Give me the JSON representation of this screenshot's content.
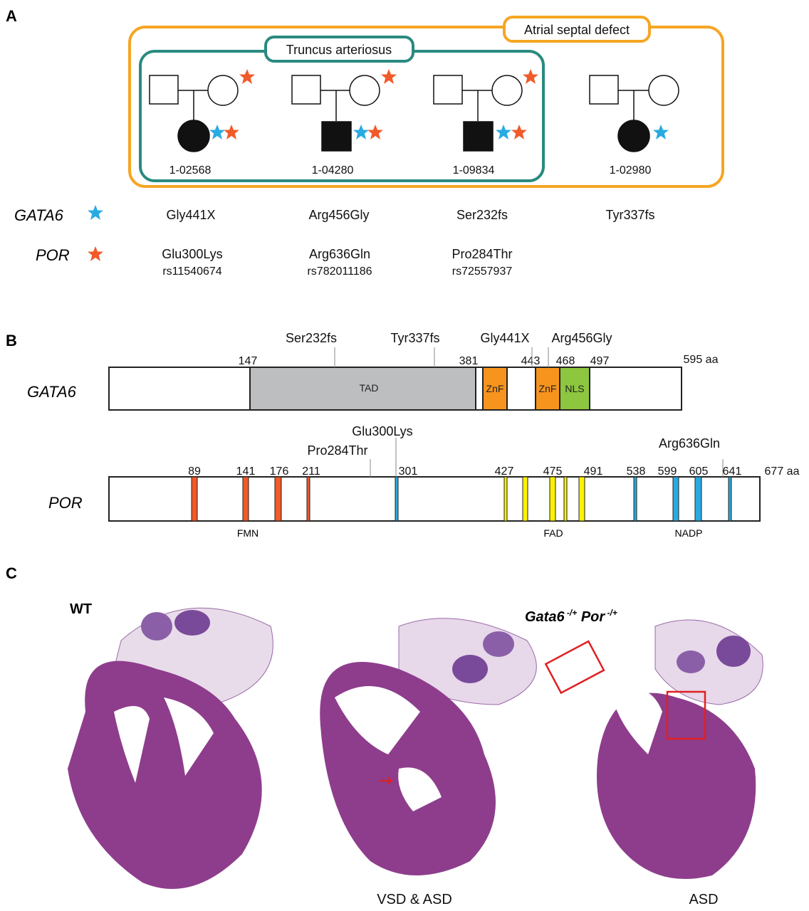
{
  "panels": {
    "a": "A",
    "b": "B",
    "c": "C"
  },
  "pedigree": {
    "outer_group": "Atrial septal defect",
    "inner_group": "Truncus arteriosus",
    "families": [
      {
        "id": "1-02568",
        "proband": "female",
        "gata6": "Gly441X",
        "por": "Glu300Lys",
        "rs": "rs11540674"
      },
      {
        "id": "1-04280",
        "proband": "male",
        "gata6": "Arg456Gly",
        "por": "Arg636Gln",
        "rs": "rs782011186"
      },
      {
        "id": "1-09834",
        "proband": "male",
        "gata6": "Ser232fs",
        "por": "Pro284Thr",
        "rs": "rs72557937"
      },
      {
        "id": "1-02980",
        "proband": "female",
        "gata6": "Tyr337fs"
      }
    ],
    "legend": {
      "gata6": "GATA6",
      "por": "POR"
    },
    "colors": {
      "gata6_star": "#29abe2",
      "por_star": "#f15a29",
      "outer": "#f5a623",
      "inner": "#2a8a80"
    }
  },
  "gata6_diagram": {
    "gene": "GATA6",
    "length_label": "595 aa",
    "ticks": [
      "147",
      "381",
      "443",
      "468",
      "497"
    ],
    "domains": {
      "tad": "TAD",
      "znf1": "ZnF",
      "znf2": "ZnF",
      "nls": "NLS"
    },
    "mutations": [
      "Ser232fs",
      "Tyr337fs",
      "Gly441X",
      "Arg456Gly"
    ]
  },
  "por_diagram": {
    "gene": "POR",
    "length_label": "677 aa",
    "ticks": [
      "89",
      "141",
      "176",
      "211",
      "301",
      "427",
      "475",
      "491",
      "538",
      "599",
      "605",
      "641"
    ],
    "domains": [
      "FMN",
      "FAD",
      "NADP"
    ],
    "mutations": [
      "Pro284Thr",
      "Glu300Lys",
      "Arg636Gln"
    ]
  },
  "histology": {
    "wt_label": "WT",
    "mutant_gene1": "Gata6",
    "mutant_sup1": " -/+",
    "mutant_gene2": " Por",
    "mutant_sup2": " -/+",
    "captions": [
      "VSD & ASD",
      "ASD"
    ]
  }
}
